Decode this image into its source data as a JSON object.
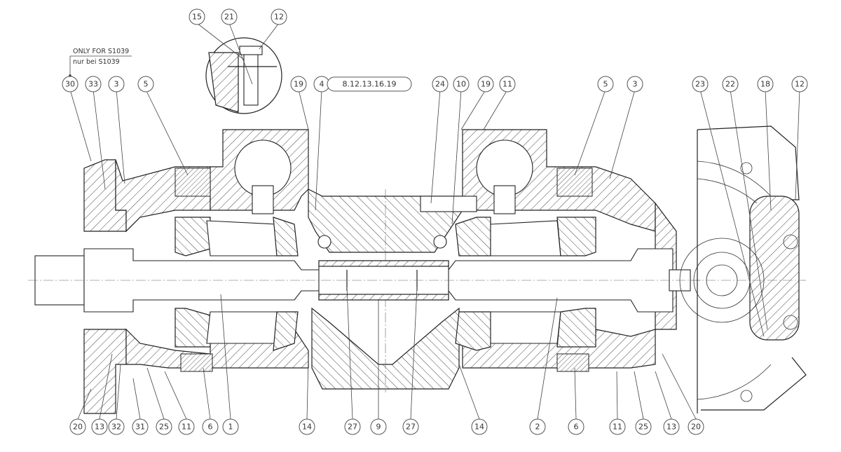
{
  "note": {
    "line1": "ONLY FOR S1039",
    "line2": "nur bei S1039"
  },
  "top_labels": [
    "30",
    "33",
    "3",
    "5",
    "19",
    "4",
    "8.12.13.16.19",
    "24",
    "10",
    "19",
    "11",
    "5",
    "3",
    "23",
    "22",
    "18",
    "12"
  ],
  "detail_labels": [
    "15",
    "21",
    "12"
  ],
  "bottom_labels": [
    "20",
    "13",
    "32",
    "31",
    "25",
    "11",
    "6",
    "1",
    "14",
    "27",
    "9",
    "27",
    "14",
    "2",
    "6",
    "11",
    "25",
    "13",
    "20"
  ]
}
